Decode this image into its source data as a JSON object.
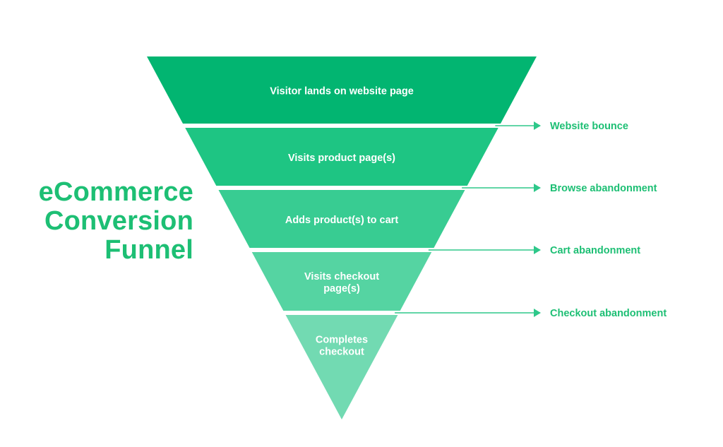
{
  "title": {
    "lines": [
      "eCommerce",
      "Conversion",
      "Funnel"
    ]
  },
  "stages": [
    {
      "label": [
        "Visitor lands on website page"
      ],
      "color": "#02b571"
    },
    {
      "label": [
        "Visits product page(s)"
      ],
      "color": "#1ec583"
    },
    {
      "label": [
        "Adds product(s) to cart"
      ],
      "color": "#38cc92"
    },
    {
      "label": [
        "Visits checkout",
        "page(s)"
      ],
      "color": "#55d4a2"
    },
    {
      "label": [
        "Completes",
        "checkout"
      ],
      "color": "#72dab2"
    }
  ],
  "dropoffs": [
    {
      "label": "Website bounce"
    },
    {
      "label": "Browse abandonment"
    },
    {
      "label": "Cart abandonment"
    },
    {
      "label": "Checkout abandonment"
    }
  ],
  "colors": {
    "accent": "#1dbf74",
    "arrow": "#2ec88a"
  }
}
